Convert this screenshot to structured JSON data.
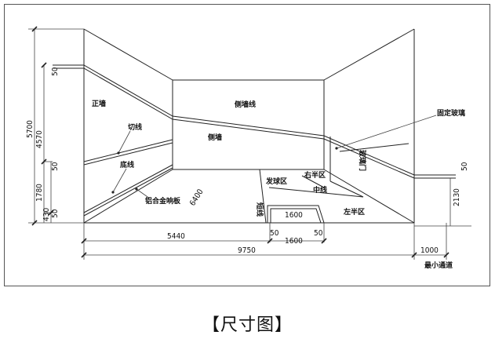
{
  "labels": {
    "front_wall": "正墙",
    "side_wall_line": "侧墙线",
    "side_wall": "侧墙",
    "fixed_glass": "固定玻璃",
    "cut_line": "切线",
    "base_line": "底线",
    "glass_door": "玻璃门",
    "serve_area": "发球区",
    "right_half": "右半区",
    "center_line": "中线",
    "left_half": "左半区",
    "short_line": "短线",
    "tin": "铝合金响板",
    "min_passage": "最小通道"
  },
  "dimensions": {
    "d5700": "5700",
    "d4570": "4570",
    "d1780": "1780",
    "d430": "430",
    "d50_top": "50",
    "d50_mid": "50",
    "d50_low": "50",
    "d6400": "6400",
    "d1600_box": "1600",
    "d1600_bottom": "1600",
    "d50_left": "50",
    "d50_right": "50",
    "d5440": "5440",
    "d9750": "9750",
    "d1000": "1000",
    "d2130": "2130",
    "d50_far_right": "50"
  },
  "caption": "【尺寸图】"
}
